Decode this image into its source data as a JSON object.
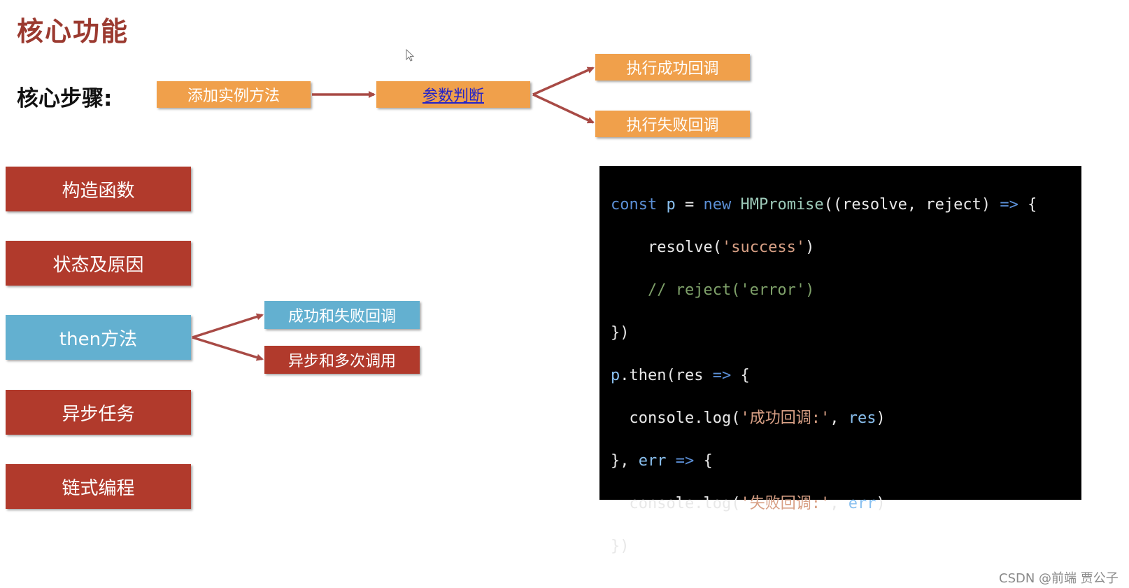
{
  "title": "核心功能",
  "steps": {
    "label": "核心步骤:",
    "add_method": "添加实例方法",
    "param_check": "参数判断",
    "exec_success": "执行成功回调",
    "exec_fail": "执行失败回调"
  },
  "features": [
    {
      "label": "构造函数"
    },
    {
      "label": "状态及原因"
    },
    {
      "label": "then方法"
    },
    {
      "label": "异步任务"
    },
    {
      "label": "链式编程"
    }
  ],
  "then_branches": {
    "success_fail": "成功和失败回调",
    "async_multi": "异步和多次调用"
  },
  "code": {
    "line1": {
      "a": "const",
      "b": " p ",
      "c": "=",
      "d": " new ",
      "e": "HMPromise",
      "f": "((resolve, reject) ",
      "g": "=>",
      "h": " {"
    },
    "line2": {
      "a": "    resolve(",
      "b": "'success'",
      "c": ")"
    },
    "line3": {
      "a": "    // reject('error')"
    },
    "line4": {
      "a": "})"
    },
    "line5": {
      "a": "p",
      "b": ".then(res ",
      "c": "=>",
      "d": " {"
    },
    "line6": {
      "a": "  console",
      "b": ".log(",
      "c": "'成功回调:'",
      "d": ", ",
      "e": "res",
      "f": ")"
    },
    "line7": {
      "a": "}, ",
      "b": "err",
      "c": " => ",
      "d": "{"
    },
    "line8": {
      "a": "  console",
      "b": ".log(",
      "c": "'失败回调:'",
      "d": ", ",
      "e": "err",
      "f": ")"
    },
    "line9": {
      "a": "})"
    }
  },
  "watermark": "CSDN @前端 贾公子",
  "colors": {
    "title": "#9b3a30",
    "orange": "#f0a04b",
    "red": "#b13a2c",
    "blue": "#63b0d0",
    "arrow": "#a84a45"
  }
}
